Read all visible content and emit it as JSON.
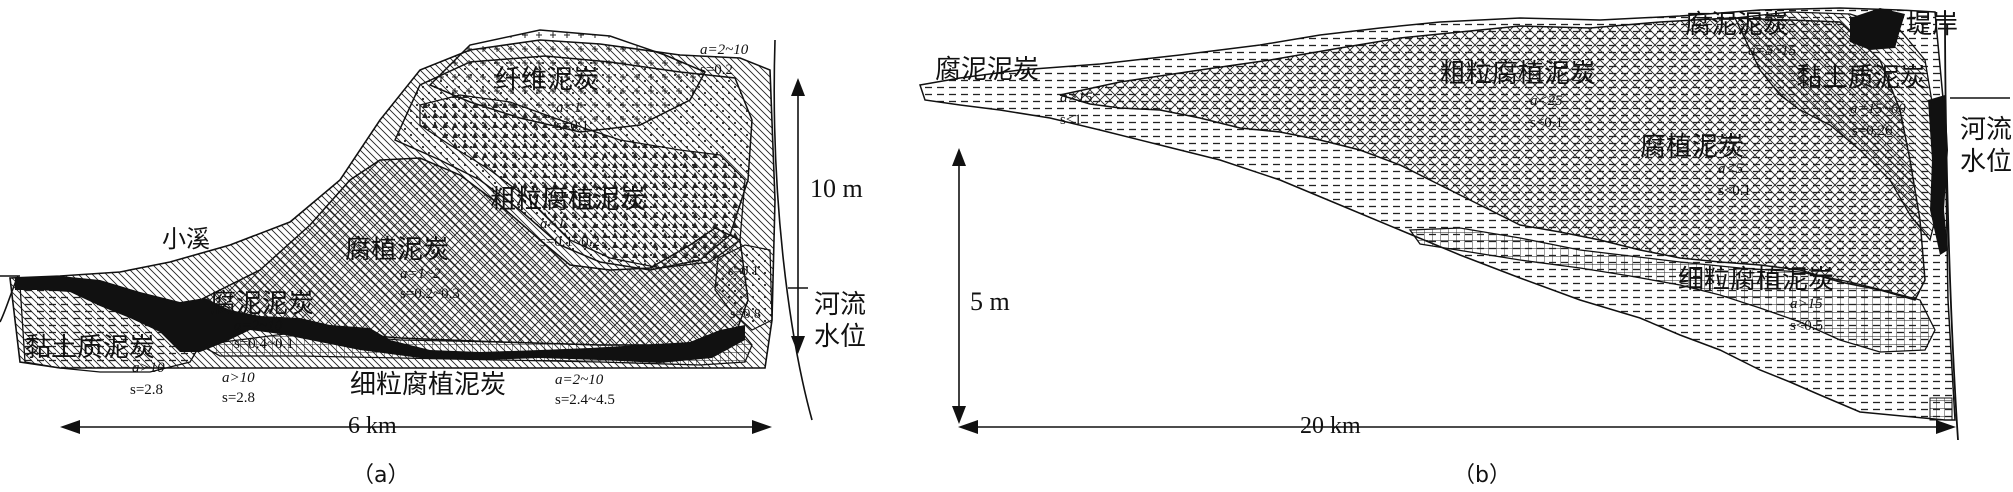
{
  "panel_a": {
    "caption": "（a）",
    "regions": {
      "fiber_peat": "纤维泥炭",
      "coarse_humic": "粗粒腐植泥炭",
      "humic": "腐植泥炭",
      "sapropel": "腐泥泥炭",
      "clay_peat": "黏土质泥炭",
      "fine_humic": "细粒腐植泥炭",
      "stream": "小溪",
      "river_level_1": "河流",
      "river_level_2": "水位"
    },
    "params": {
      "p1a": "a=2~10",
      "p1s": "s=0.2",
      "p2a": "a<1",
      "p2s": "s=0.1",
      "p3a": "a<1",
      "p3s": "s=0.1~0.2",
      "p4a": "a=1~2",
      "p4s": "s=0.2~0.3",
      "p5a": "a=2~10",
      "p5s": "s=0.4~0.1",
      "p6a": "a>10",
      "p6s": "s=2.8",
      "p7a": "a>10",
      "p7s": "s=2.8",
      "p8a": "a=2~10",
      "p8s": "s=2.4~4.5",
      "p9s1": "s=0.1",
      "p9s2": "s=0.8"
    },
    "scale_vertical": "10 m",
    "scale_horizontal": "6 km"
  },
  "panel_b": {
    "caption": "（b）",
    "regions": {
      "sapropel_top": "腐泥泥炭",
      "bank": "堤岸",
      "sapropel_left": "腐泥泥炭",
      "coarse_humic": "粗粒腐植泥炭",
      "clay_peat": "黏土质泥炭",
      "humic": "腐植泥炭",
      "fine_humic": "细粒腐植泥炭",
      "river_level_1": "河流",
      "river_level_2": "水位"
    },
    "params": {
      "q1a": "a=5~15",
      "q2a": "a>15",
      "q2s": "s<1",
      "q3a": "a<25",
      "q3s": "s<0.1",
      "q4a": "a=15~60",
      "q4s": "s=0.26",
      "q5a": "a<5",
      "q5s": "s<0.1",
      "q6a": "a>15",
      "q6s": "s<0.5"
    },
    "scale_vertical": "5 m",
    "scale_horizontal": "20 km"
  }
}
